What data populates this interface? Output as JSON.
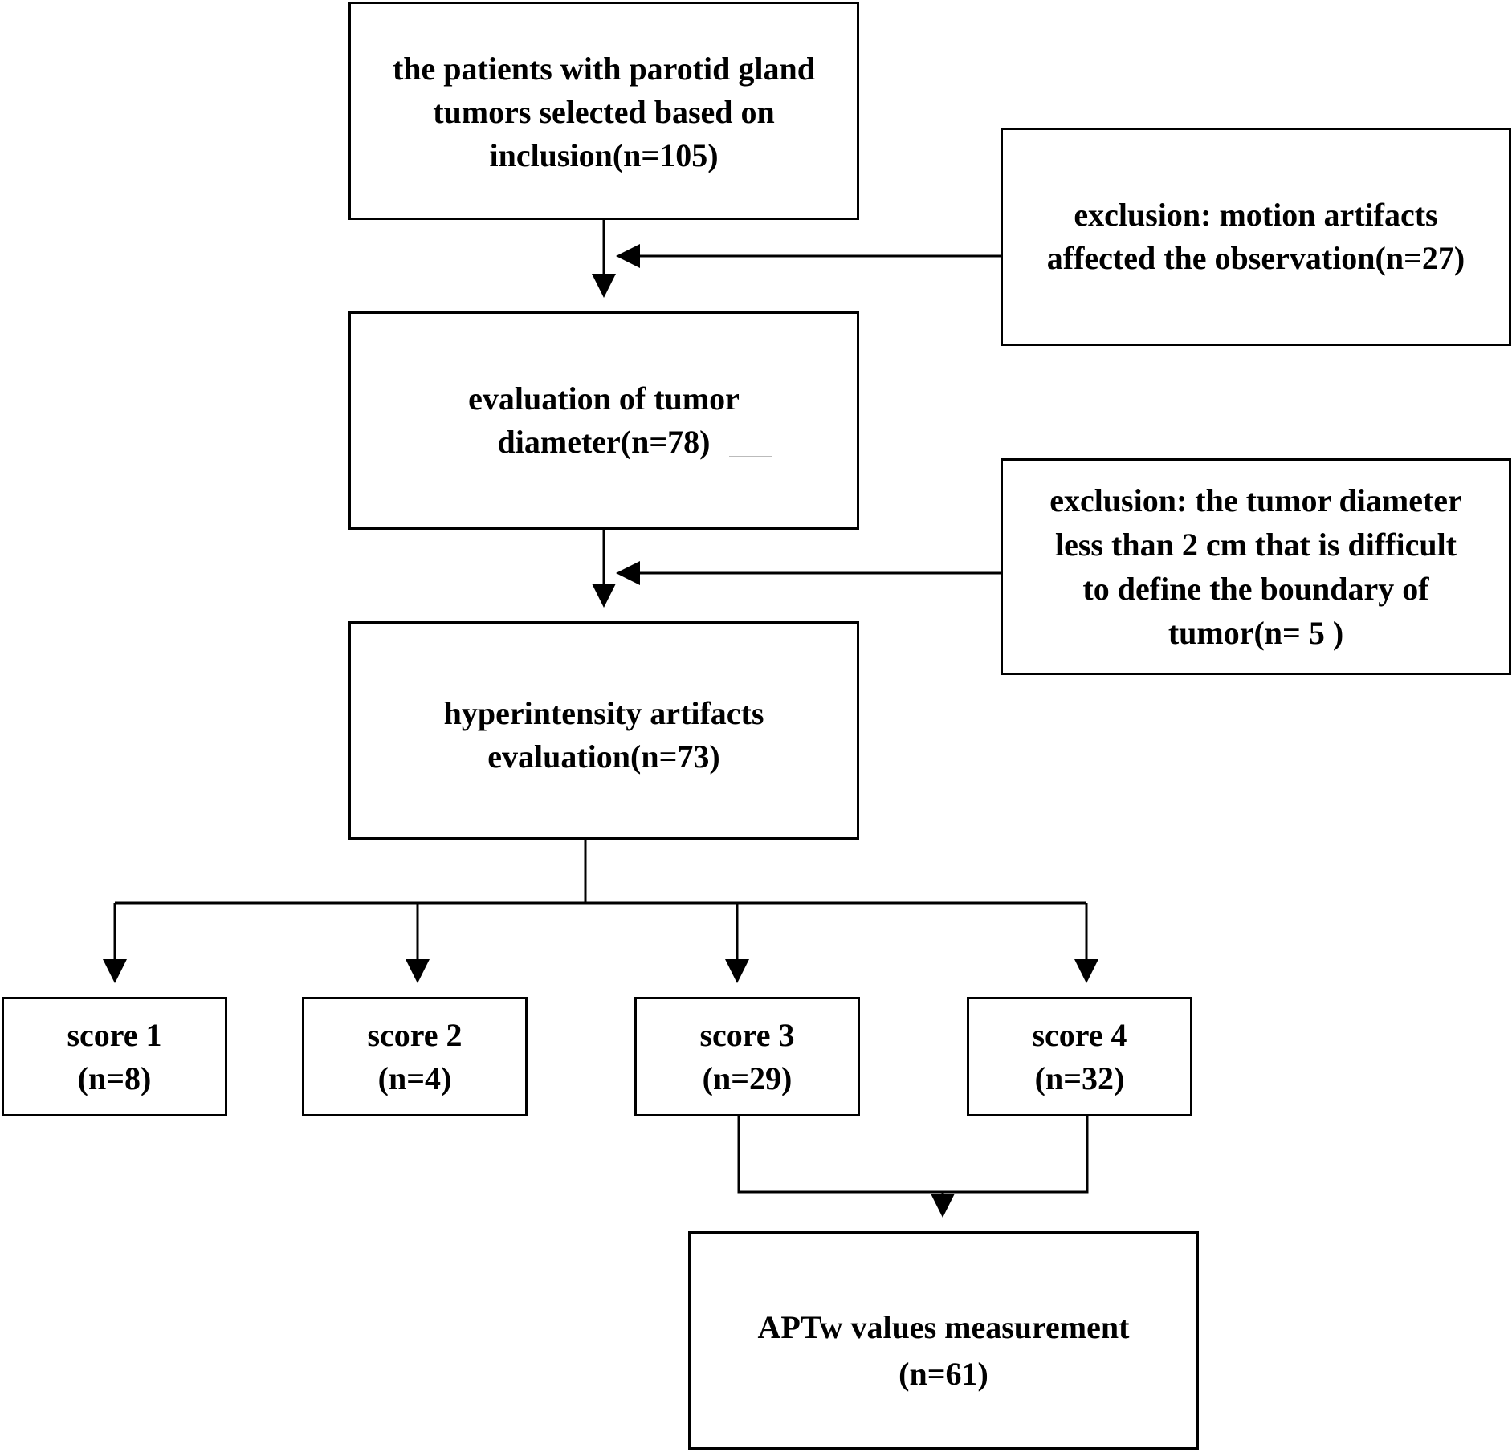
{
  "nodes": {
    "inclusion": {
      "lines": [
        "the patients with parotid gland",
        "tumors selected based on",
        "inclusion(n=105)"
      ]
    },
    "exclusion_motion": {
      "lines": [
        "exclusion: motion artifacts",
        "affected the observation(n=27)"
      ]
    },
    "diameter": {
      "lines": [
        "evaluation of tumor",
        "diameter(n=78)"
      ]
    },
    "exclusion_diameter": {
      "lines": [
        "exclusion: the tumor diameter",
        "less than 2 cm that is difficult",
        "to define the boundary of",
        "tumor(n= 5 )"
      ]
    },
    "hyperintensity": {
      "lines": [
        "hyperintensity artifacts",
        "evaluation(n=73)"
      ]
    },
    "score1": {
      "lines": [
        "score 1",
        "(n=8)"
      ]
    },
    "score2": {
      "lines": [
        "score 2",
        "(n=4)"
      ]
    },
    "score3": {
      "lines": [
        "score 3",
        "(n=29)"
      ]
    },
    "score4": {
      "lines": [
        "score 4",
        "(n=32)"
      ]
    },
    "aptw": {
      "lines": [
        "APTw values measurement",
        "(n=61)"
      ]
    }
  },
  "colors": {
    "stroke": "#000000",
    "fill": "#ffffff"
  }
}
